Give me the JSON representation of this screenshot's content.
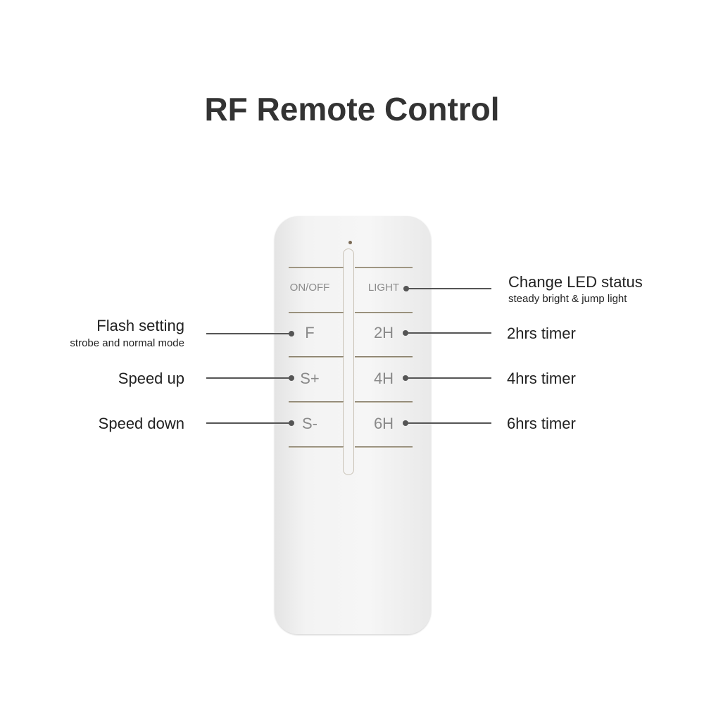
{
  "title": "RF Remote Control",
  "keys": {
    "onoff": "ON/OFF",
    "light": "LIGHT",
    "f": "F",
    "h2": "2H",
    "splus": "S+",
    "h4": "4H",
    "sminus": "S-",
    "h6": "6H"
  },
  "annotations": {
    "light": {
      "label": "Change LED status",
      "sub": "steady bright & jump light"
    },
    "f": {
      "label": "Flash setting",
      "sub": "strobe and normal mode"
    },
    "splus": {
      "label": "Speed up"
    },
    "sminus": {
      "label": "Speed down"
    },
    "h2": {
      "label": "2hrs timer"
    },
    "h4": {
      "label": "4hrs timer"
    },
    "h6": {
      "label": "6hrs timer"
    }
  }
}
